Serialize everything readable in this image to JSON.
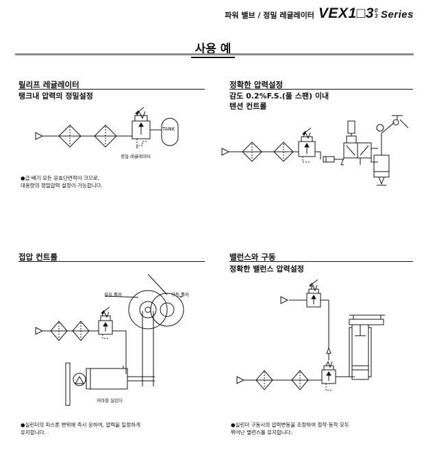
{
  "header": {
    "category": "파워 밸브 / 정밀 레귤레이터",
    "series_prefix": "VEX1",
    "box_char": "□",
    "series_digit": "3",
    "series_sup_top": "0",
    "series_sup_bottom": "3",
    "series_word": "Series"
  },
  "page": {
    "title": "사용 예"
  },
  "sections": [
    {
      "title": "릴리프 레귤레이터",
      "subtitle_lines": [
        "탱크내 압력의 정밀설정"
      ],
      "diagram_labels": [
        "TANK",
        "정밀 레귤레이터"
      ],
      "notes": [
        "●급·배기 모든 유효단면적이 크므로,",
        "  대용량의 정밀압력 설정이 가능합니다."
      ]
    },
    {
      "title": "정확한 압력설정",
      "subtitle_lines": [
        "감도 0.2%F.S.(풀 스팬) 이내",
        "텐션 컨트롤"
      ],
      "diagram_labels": [],
      "notes": []
    },
    {
      "title": "접압 컨트롤",
      "subtitle_lines": [],
      "diagram_labels": [
        "감김 롤러",
        "구동 롤러",
        "저마찰 실린더"
      ],
      "notes": [
        "●실린더의 피스톤 변위에 즉시 응하여, 압력을 일정하게",
        "  유지합니다."
      ]
    },
    {
      "title": "밸런스와 구동",
      "subtitle_lines": [
        "정확한 밸런스 압력설정"
      ],
      "diagram_labels": [],
      "notes": [
        "●실린더 구동시의 압력변동을 조정하여 정작·동작 모두",
        "  뛰어난 밸런스를 유지합니다."
      ]
    }
  ]
}
